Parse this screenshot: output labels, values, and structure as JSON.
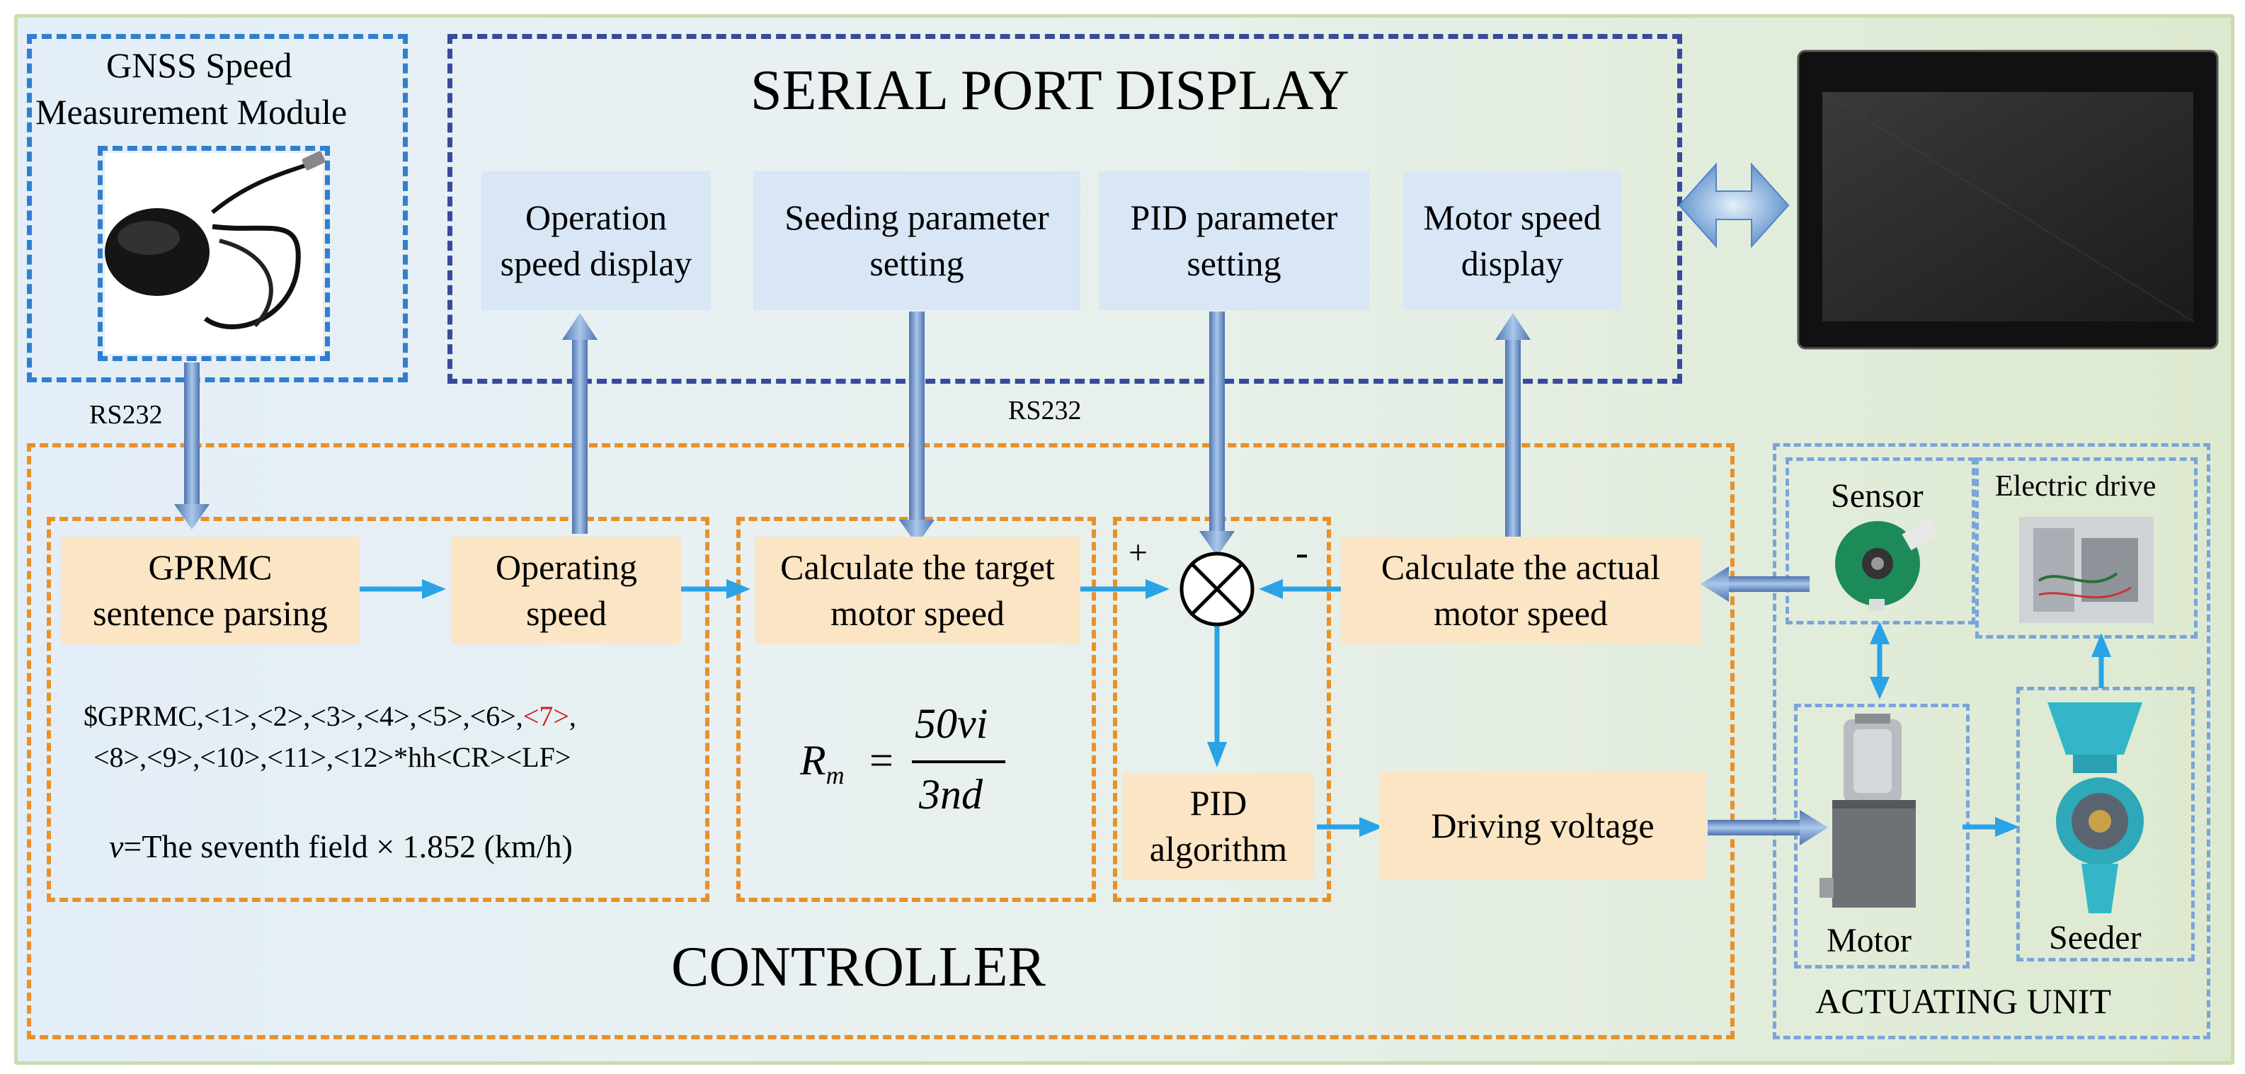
{
  "gnss": {
    "title_line1": "GNSS Speed",
    "title_line2": "Measurement Module"
  },
  "serial": {
    "title": "SERIAL PORT DISPLAY",
    "boxes": [
      {
        "line1": "Operation",
        "line2": "speed display"
      },
      {
        "line1": "Seeding parameter",
        "line2": "setting"
      },
      {
        "line1": "PID parameter",
        "line2": "setting"
      },
      {
        "line1": "Motor speed",
        "line2": "display"
      }
    ]
  },
  "links": {
    "rs232_left": "RS232",
    "rs232_mid": "RS232"
  },
  "controller": {
    "title": "CONTROLLER",
    "gprmc": {
      "line1": "GPRMC",
      "line2": "sentence parsing"
    },
    "operating": {
      "line1": "Operating",
      "line2": "speed"
    },
    "target": {
      "line1": "Calculate the target",
      "line2": "motor speed"
    },
    "actual": {
      "line1": "Calculate the actual",
      "line2": "motor speed"
    },
    "pid": {
      "line1": "PID",
      "line2": "algorithm"
    },
    "driving": "Driving voltage",
    "plus": "+",
    "minus": "-",
    "sentence_a": "$GPRMC,<1>,<2>,<3>,<4>,<5>,<6>,",
    "sentence_red": "<7>",
    "sentence_end": ",",
    "sentence_line2": "<8>,<9>,<10>,<11>,<12>*hh<CR><LF>",
    "formula_v_var": "v",
    "formula_v_text": "=The seventh field × 1.852 (km/h)",
    "formula_r": "R",
    "formula_r_sub": "m",
    "formula_eq": "=",
    "formula_num": "50vi",
    "formula_den": "3nd"
  },
  "actuating": {
    "title": "ACTUATING UNIT",
    "sensor": "Sensor",
    "electric_drive": "Electric drive",
    "motor": "Motor",
    "seeder": "Seeder"
  },
  "colors": {
    "blue_arrow": "#29a3e6",
    "block_arrow": "#7ea9d8",
    "orange": "#e8912a"
  }
}
